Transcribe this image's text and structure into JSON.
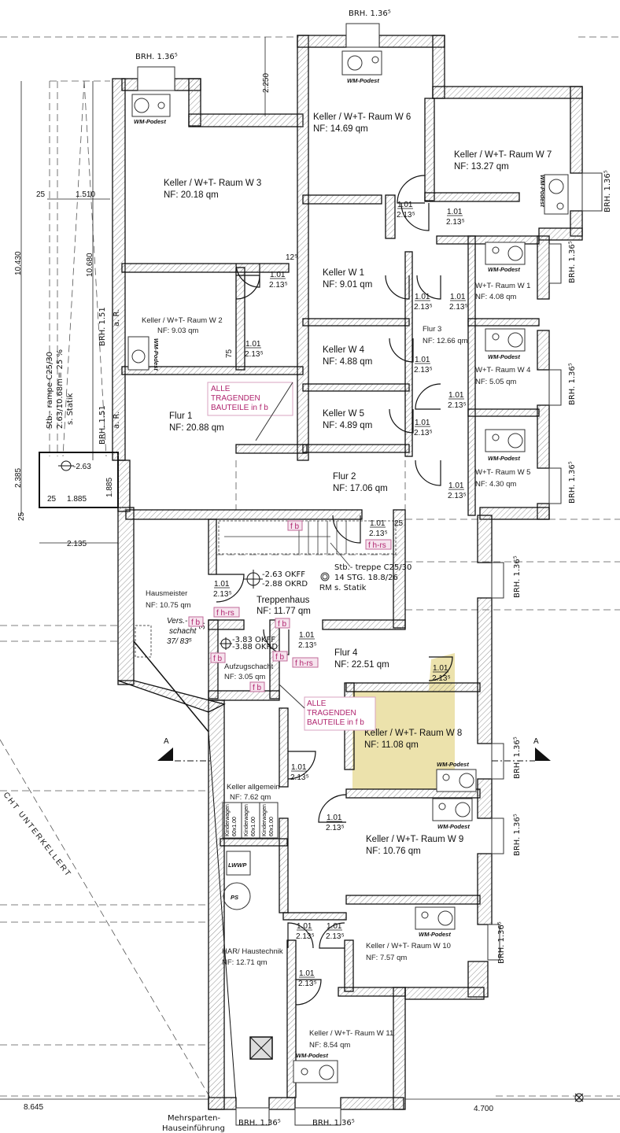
{
  "rooms": {
    "w3": {
      "name": "Keller / W+T- Raum W 3",
      "area": "NF: 20.18 qm"
    },
    "w6": {
      "name": "Keller / W+T- Raum W 6",
      "area": "NF: 14.69 qm"
    },
    "w7": {
      "name": "Keller / W+T- Raum W 7",
      "area": "NF: 13.27 qm"
    },
    "w1": {
      "name": "Keller W 1",
      "area": "NF: 9.01 qm"
    },
    "wt1": {
      "name": "W+T- Raum W 1",
      "area": "NF: 4.08 qm"
    },
    "w2": {
      "name": "Keller / W+T- Raum W 2",
      "area": "NF: 9.03 qm"
    },
    "flur3": {
      "name": "Flur 3",
      "area": "NF: 12.66 qm"
    },
    "w4": {
      "name": "Keller W 4",
      "area": "NF: 4.88 qm"
    },
    "wt4": {
      "name": "W+T- Raum W 4",
      "area": "NF: 5.05 qm"
    },
    "flur1": {
      "name": "Flur 1",
      "area": "NF: 20.88 qm"
    },
    "w5": {
      "name": "Keller W 5",
      "area": "NF: 4.89 qm"
    },
    "flur2": {
      "name": "Flur 2",
      "area": "NF: 17.06 qm"
    },
    "wt5": {
      "name": "W+T- Raum W 5",
      "area": "NF: 4.30 qm"
    },
    "hausmeister": {
      "name": "Hausmeister",
      "area": "NF: 10.75 qm"
    },
    "treppenhaus": {
      "name": "Treppenhaus",
      "area": "NF: 11.77 qm"
    },
    "aufzug": {
      "name": "Aufzugschacht",
      "area": "NF: 3.05 qm"
    },
    "flur4": {
      "name": "Flur 4",
      "area": "NF: 22.51 qm"
    },
    "w8": {
      "name": "Keller / W+T- Raum W 8",
      "area": "NF: 11.08 qm"
    },
    "allgemein": {
      "name": "Keller allgemein",
      "area": "NF: 7.62 qm"
    },
    "w9": {
      "name": "Keller / W+T- Raum W 9",
      "area": "NF: 10.76 qm"
    },
    "w10": {
      "name": "Keller / W+T- Raum W 10",
      "area": "NF: 7.57 qm"
    },
    "har": {
      "name": "HAR/ Haustechnik",
      "area": "NF: 12.71 qm"
    },
    "w11": {
      "name": "Keller / W+T- Raum W 11",
      "area": "NF: 8.54 qm"
    }
  },
  "door": {
    "width": "1.01",
    "height": "2.13⁵"
  },
  "window_label": "BRH. 1.36⁵",
  "window_label_left": "BRH. 1.51",
  "dimensions": {
    "d2250": "2.250",
    "d25a": "25",
    "d1510": "1.510",
    "d10430": "10.430",
    "d10680": "10.680",
    "d2385": "2.385",
    "d25b": "25",
    "d1885": "1.885",
    "d885": "1.885",
    "d25c": "25",
    "d2135": "2.135",
    "d8645": "8.645",
    "d4700": "4.700",
    "d125": "12⁵",
    "d75": "75",
    "d375": "37⁵",
    "d25d": "25"
  },
  "ramp": {
    "line1": "Stb.- rampe C25/30",
    "line2": "2.63/10.68m= 25 %",
    "line3": "s. Statik",
    "level": "-2.63",
    "ar": "a. R."
  },
  "notes": {
    "tragend1": "ALLE",
    "tragend2": "TRAGENDEN",
    "tragend3": "BAUTEILE in f b",
    "fb": "f b",
    "fhrs": "f h-rs",
    "stair1": "Stb.- treppe C25/30",
    "stair2": "14 STG. 18.8/26",
    "stair3": "s. Statik",
    "rm": "RM",
    "okff1": "-2.63 OKFF",
    "okrd1": "-2.88 OKRD",
    "okff2": "-3.83 OKFF",
    "okrd2": "-3.88 OKRD",
    "vers1": "Vers.-",
    "vers2": "schacht",
    "vers3": "37/ 83⁵",
    "wm": "WM-Podest",
    "kinderwagen": "Kinderwagen",
    "kw_size": "60x1.00",
    "lwwp": "LWWP",
    "ps": "PS",
    "section": "A",
    "mehrsparten1": "Mehrsparten-",
    "mehrsparten2": "Hauseinführung",
    "unterkellert": "CHT UNTERKELLERT"
  },
  "colors": {
    "highlight": "#ece2ac",
    "pink": "#b0246e",
    "wall": "#111111"
  }
}
